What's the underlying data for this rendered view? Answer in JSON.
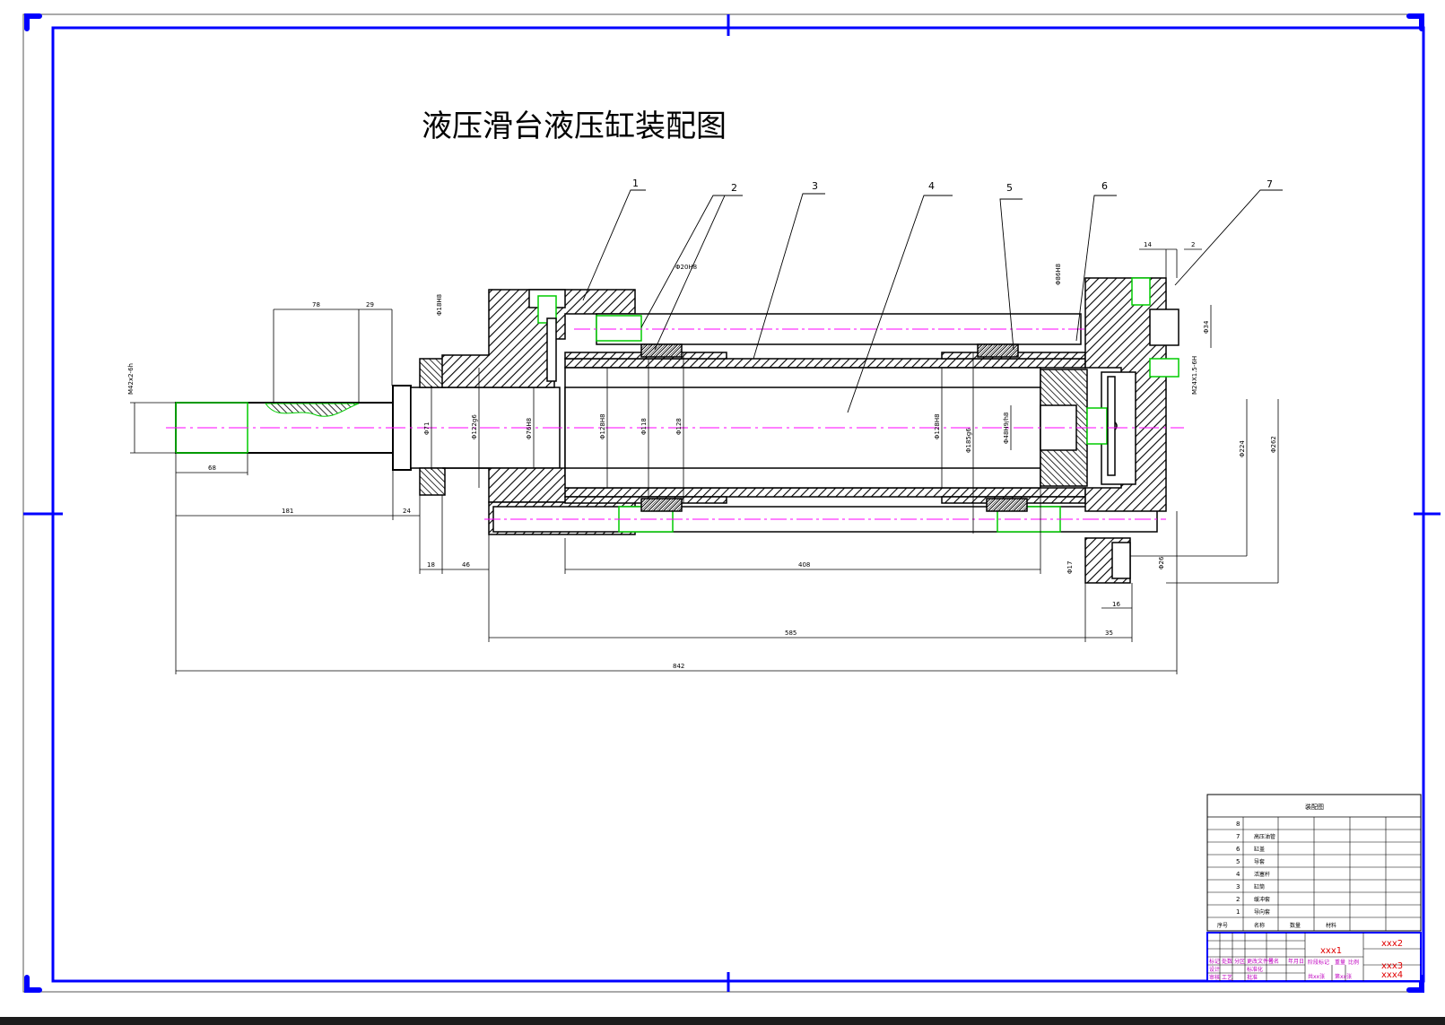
{
  "drawing": {
    "title": "液压滑台液压缸装配图",
    "balloons": [
      "1",
      "2",
      "3",
      "4",
      "5",
      "6",
      "7"
    ],
    "dimensions": {
      "thread_left": "M42x2-6h",
      "d78": "78",
      "d29": "29",
      "d68": "68",
      "d181": "181",
      "d24": "24",
      "d18": "18",
      "d46": "46",
      "d408": "408",
      "d585": "585",
      "d35": "35",
      "d842": "842",
      "d16": "16",
      "d14": "14",
      "d2": "2",
      "phi71": "Φ71",
      "phi122": "Φ122g6",
      "phi76": "Φ76H8",
      "phi128a": "Φ128H8",
      "phi118": "Φ118",
      "phi128b": "Φ128",
      "phi128c": "Φ128H8",
      "phi185": "Φ185g6",
      "phi48": "Φ48H9/h8",
      "phi20": "Φ20H8",
      "phi18": "Φ18H8",
      "phi86": "Φ86H8",
      "phi34": "Φ34",
      "m24": "M24X1.5-6H",
      "phi224": "Φ224",
      "phi262": "Φ262",
      "phi17": "Φ17",
      "phi26": "Φ26"
    }
  },
  "parts_list": {
    "header": "装配图",
    "rows": [
      {
        "no": "8",
        "name": ""
      },
      {
        "no": "7",
        "name": "高压油管"
      },
      {
        "no": "6",
        "name": "缸盖"
      },
      {
        "no": "5",
        "name": "导套"
      },
      {
        "no": "4",
        "name": "活塞杆"
      },
      {
        "no": "3",
        "name": "缸筒"
      },
      {
        "no": "2",
        "name": "缓冲套"
      },
      {
        "no": "1",
        "name": "导向套"
      }
    ],
    "col_headers": [
      "序号",
      "名称",
      "数量",
      "材料"
    ]
  },
  "title_block": {
    "name_cell": "xxx1",
    "right_1": "xxx2",
    "right_2": "xxx3",
    "right_3": "xxx4",
    "labels": [
      "标记",
      "处数",
      "分区",
      "更改文件号",
      "签名",
      "年月日",
      "设计",
      "标准化",
      "审核",
      "工艺",
      "批准",
      "阶段标记",
      "重量",
      "比例",
      "共xx张",
      "第xx张"
    ]
  },
  "colors": {
    "frame": "#0000ff",
    "centerline": "#ff00ff",
    "highlight": "#00cc00",
    "ink": "#000000",
    "taskbar": "#1c1c1c"
  }
}
